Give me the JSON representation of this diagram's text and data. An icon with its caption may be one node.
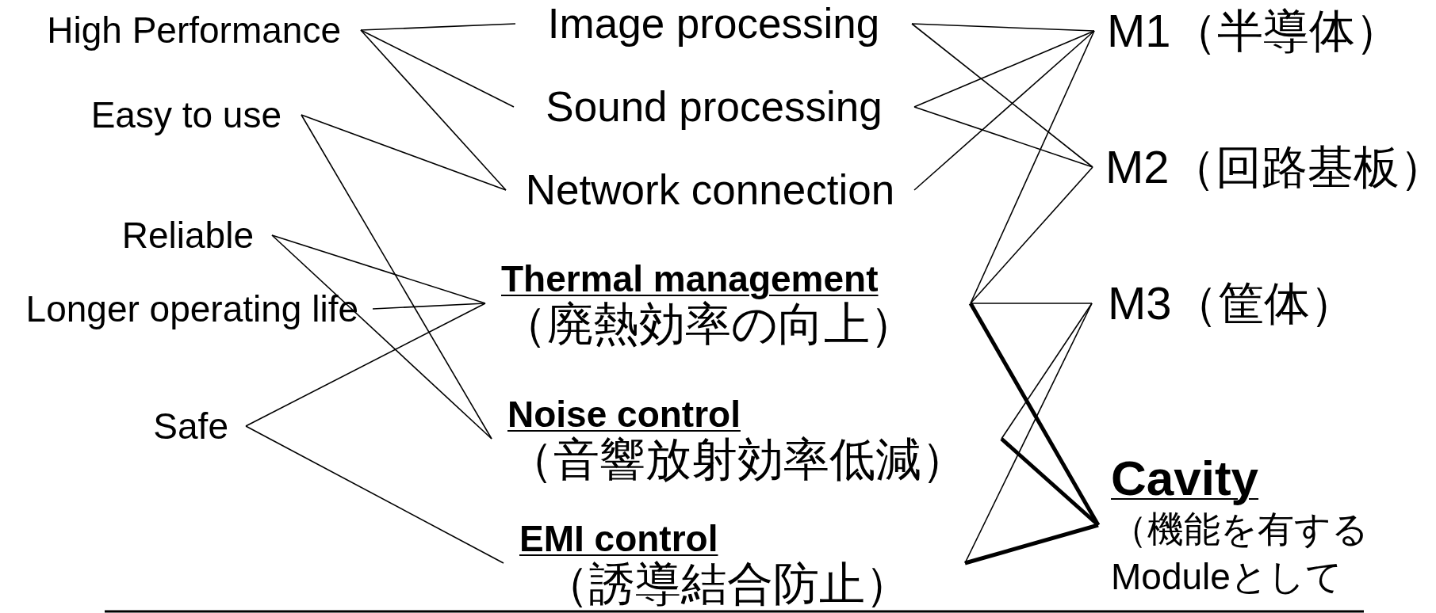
{
  "diagram": {
    "nodes": [
      {
        "text": [
          "High Performance"
        ]
      },
      {
        "text": [
          "Easy to use"
        ]
      },
      {
        "text": [
          "Reliable"
        ]
      },
      {
        "text": [
          "Longer operating life"
        ]
      },
      {
        "text": [
          "Safe"
        ]
      },
      {
        "text": [
          "Image processing"
        ]
      },
      {
        "text": [
          "Sound processing"
        ]
      },
      {
        "text": [
          "Network connection"
        ]
      },
      {
        "text": [
          "Thermal management",
          "（廃熱効率の向上）"
        ]
      },
      {
        "text": [
          "Noise control",
          "（音響放射効率低減）"
        ]
      },
      {
        "text": [
          "EMI control",
          "（誘導結合防止）"
        ]
      },
      {
        "text": [
          "M1（半導体）"
        ]
      },
      {
        "text": [
          "M2（回路基板）"
        ]
      },
      {
        "text": [
          "M3（筐体）"
        ]
      },
      {
        "text": [
          "Cavity",
          "（機能を有するModuleとして"
        ]
      }
    ],
    "edges": [
      {
        "from": 0,
        "to": 5,
        "arrow": "none"
      },
      {
        "from": 0,
        "to": 6,
        "arrow": "none"
      },
      {
        "from": 0,
        "to": 7,
        "arrow": "none"
      },
      {
        "from": 1,
        "to": 7,
        "arrow": "none"
      },
      {
        "from": 1,
        "to": 9,
        "arrow": "none"
      },
      {
        "from": 2,
        "to": 8,
        "arrow": "none"
      },
      {
        "from": 2,
        "to": 9,
        "arrow": "none"
      },
      {
        "from": 3,
        "to": 8,
        "arrow": "none"
      },
      {
        "from": 4,
        "to": 8,
        "arrow": "none"
      },
      {
        "from": 4,
        "to": 10,
        "arrow": "none"
      },
      {
        "from": 5,
        "to": 11,
        "arrow": "none"
      },
      {
        "from": 5,
        "to": 12,
        "arrow": "none"
      },
      {
        "from": 6,
        "to": 11,
        "arrow": "none"
      },
      {
        "from": 6,
        "to": 12,
        "arrow": "none"
      },
      {
        "from": 7,
        "to": 11,
        "arrow": "none"
      },
      {
        "from": 8,
        "to": 11,
        "arrow": "none"
      },
      {
        "from": 8,
        "to": 12,
        "arrow": "none"
      },
      {
        "from": 8,
        "to": 13,
        "arrow": "none"
      },
      {
        "from": 8,
        "to": 14,
        "arrow": "none",
        "style": "thick"
      },
      {
        "from": 9,
        "to": 13,
        "arrow": "none"
      },
      {
        "from": 9,
        "to": 14,
        "arrow": "none",
        "style": "thick"
      },
      {
        "from": 10,
        "to": 13,
        "arrow": "none"
      },
      {
        "from": 10,
        "to": 14,
        "arrow": "none",
        "style": "thick"
      }
    ]
  }
}
